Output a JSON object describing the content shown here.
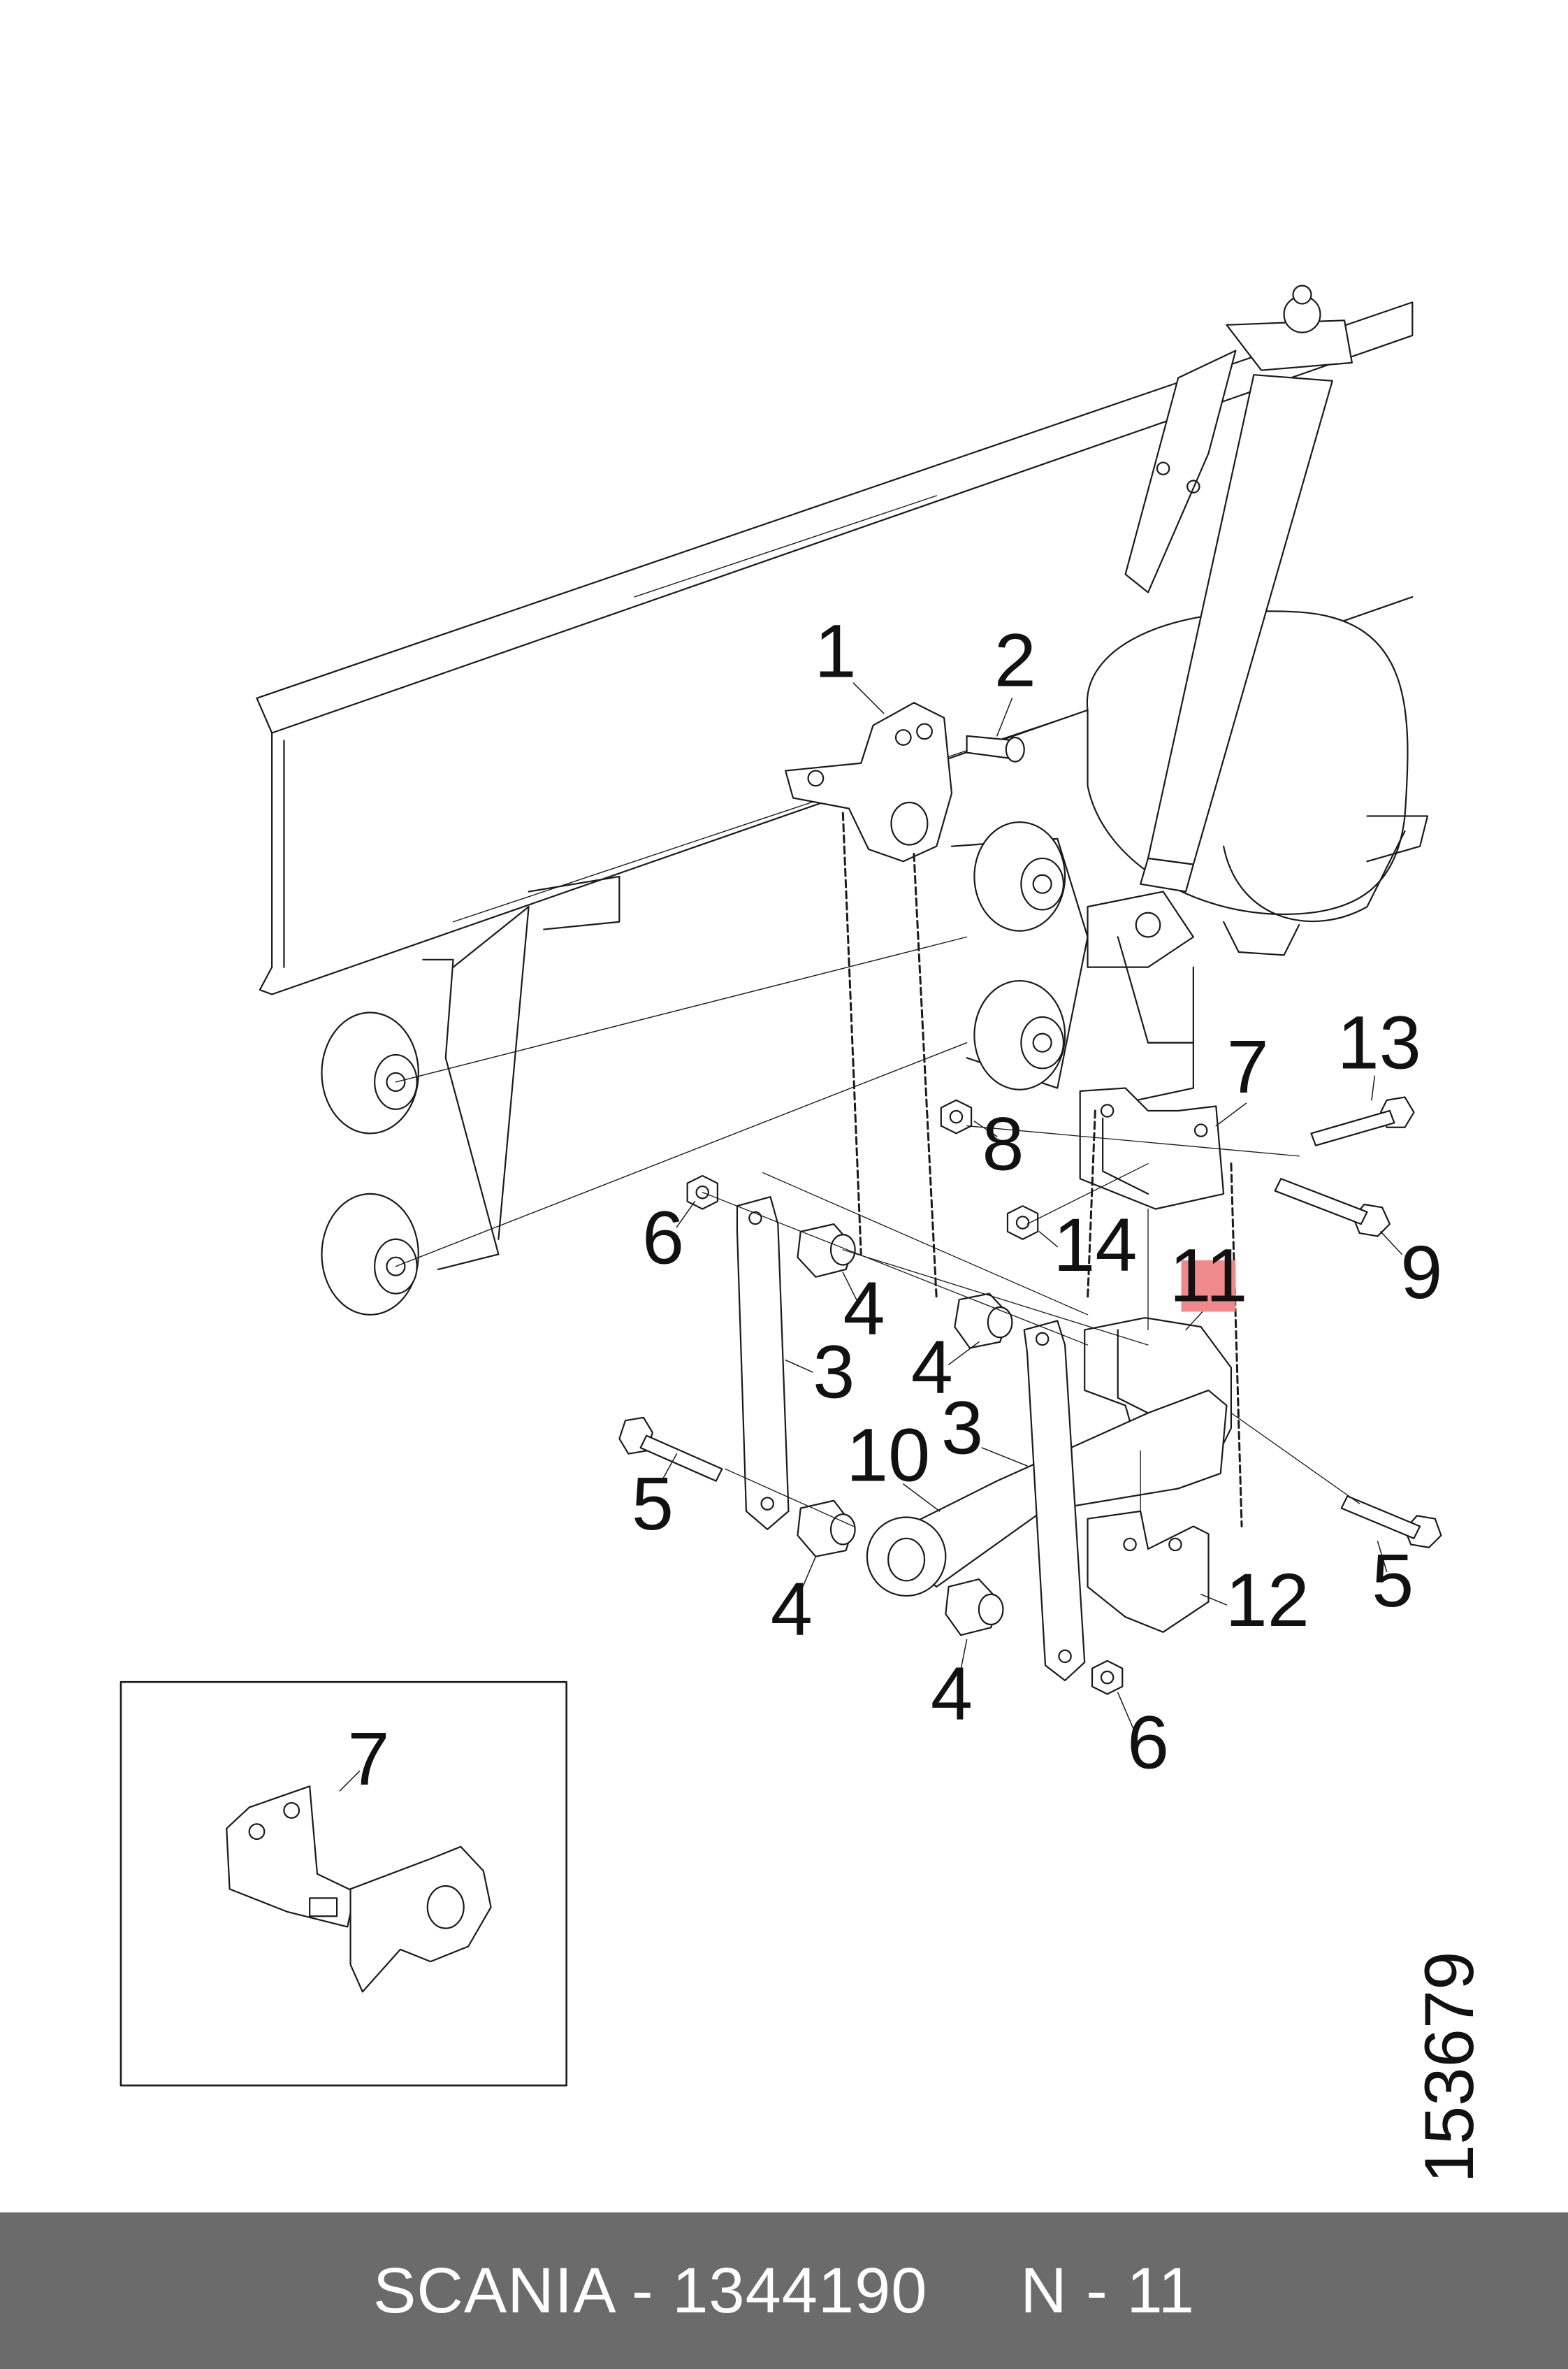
{
  "diagram": {
    "highlight_color": "#f08a8a",
    "part_labels": [
      "1",
      "2",
      "3",
      "3",
      "4",
      "4",
      "4",
      "4",
      "5",
      "5",
      "6",
      "6",
      "7",
      "7",
      "8",
      "9",
      "10",
      "11",
      "12",
      "13",
      "14"
    ],
    "drawing_number": "153679"
  },
  "footer": {
    "brand": "SCANIA",
    "separator": "-",
    "part_number": "1344190",
    "position_prefix": "N",
    "position_number": "11"
  }
}
